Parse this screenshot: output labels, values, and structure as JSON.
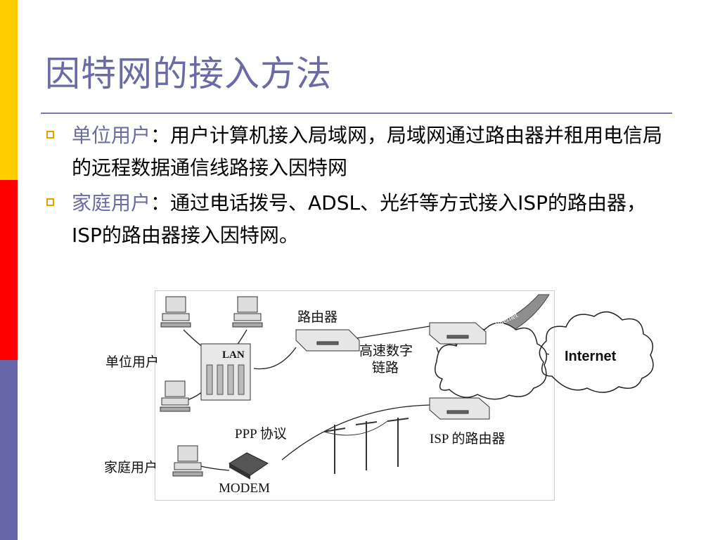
{
  "slide": {
    "title": "因特网的接入方法",
    "accent_colors": {
      "yellow": "#ffcc00",
      "red": "#ff0000",
      "blue": "#6666aa",
      "title": "#6a6aa6",
      "bullet": "#e6a000"
    }
  },
  "bullets": [
    {
      "term": "单位用户",
      "text": "：用户计算机接入局域网，局域网通过路由器并租用电信局的远程数据通信线路接入因特网"
    },
    {
      "term": "家庭用户",
      "text": "：通过电话拨号、ADSL、光纤等方式接入ISP的路由器，ISP的路由器接入因特网。"
    }
  ],
  "diagram": {
    "unit_user_label": "单位用户",
    "home_user_label": "家庭用户",
    "lan_label": "LAN",
    "router_label": "路由器",
    "link_label_1": "高速数字",
    "link_label_2": "链路",
    "internet_band_label": "Internet",
    "internet_cloud_label": "Internet",
    "isp_router_label": "ISP 的路由器",
    "ppp_label": "PPP 协议",
    "modem_label": "MODEM"
  }
}
